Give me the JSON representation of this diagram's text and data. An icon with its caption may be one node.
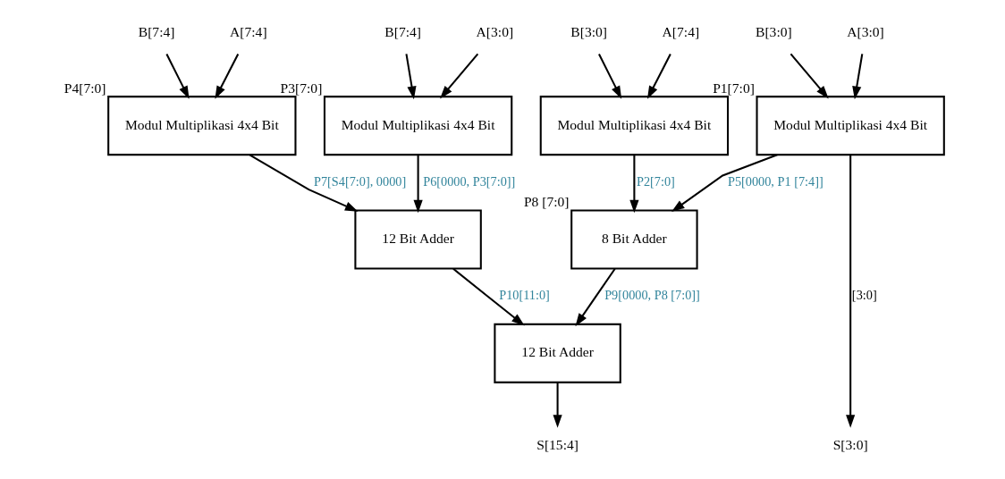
{
  "diagram": {
    "nodes": [
      {
        "text": [
          "B[7:4]"
        ]
      },
      {
        "text": [
          "A[7:4]"
        ]
      },
      {
        "text": [
          "B[7:4]"
        ]
      },
      {
        "text": [
          "A[3:0]"
        ]
      },
      {
        "text": [
          "B[3:0]"
        ]
      },
      {
        "text": [
          "A[7:4]"
        ]
      },
      {
        "text": [
          "B[3:0]"
        ]
      },
      {
        "text": [
          "A[3:0]"
        ]
      },
      {
        "text": [
          "Modul Multiplikasi 4x4 Bit"
        ],
        "beside": [
          "P4[7:0]"
        ]
      },
      {
        "text": [
          "Modul Multiplikasi 4x4 Bit"
        ],
        "beside": [
          "P3[7:0]"
        ]
      },
      {
        "text": [
          "Modul Multiplikasi 4x4 Bit"
        ]
      },
      {
        "text": [
          "Modul Multiplikasi 4x4 Bit"
        ],
        "beside": [
          "P1[7:0]"
        ]
      },
      {
        "text": [
          "12 Bit Adder"
        ]
      },
      {
        "text": [
          "8 Bit Adder"
        ],
        "beside": [
          "P8 [7:0]"
        ]
      },
      {
        "text": [
          "12 Bit Adder"
        ]
      },
      {
        "text": [
          "S[15:4]"
        ]
      },
      {
        "text": [
          "S[3:0]"
        ]
      }
    ],
    "edges": [
      {
        "from": 0,
        "to": 8,
        "arrow": "to"
      },
      {
        "from": 1,
        "to": 8,
        "arrow": "to"
      },
      {
        "from": 2,
        "to": 9,
        "arrow": "to"
      },
      {
        "from": 3,
        "to": 9,
        "arrow": "to"
      },
      {
        "from": 4,
        "to": 10,
        "arrow": "to"
      },
      {
        "from": 5,
        "to": 10,
        "arrow": "to"
      },
      {
        "from": 6,
        "to": 11,
        "arrow": "to"
      },
      {
        "from": 7,
        "to": 11,
        "arrow": "to"
      },
      {
        "from": 8,
        "to": 12,
        "arrow": "to",
        "label": "P7[S4[7:0], 0000]"
      },
      {
        "from": 9,
        "to": 12,
        "arrow": "to",
        "label": "P6[0000, P3[7:0]]"
      },
      {
        "from": 10,
        "to": 13,
        "arrow": "to",
        "label": "P2[7:0]"
      },
      {
        "from": 11,
        "to": 13,
        "arrow": "to",
        "label": "P5[0000, P1 [7:4]]"
      },
      {
        "from": 11,
        "to": 16,
        "arrow": "to",
        "label": "[3:0]"
      },
      {
        "from": 12,
        "to": 14,
        "arrow": "to",
        "label": "P10[11:0]"
      },
      {
        "from": 13,
        "to": 14,
        "arrow": "to",
        "label": "P9[0000, P8 [7:0]]"
      },
      {
        "from": 14,
        "to": 15,
        "arrow": "to"
      }
    ]
  }
}
